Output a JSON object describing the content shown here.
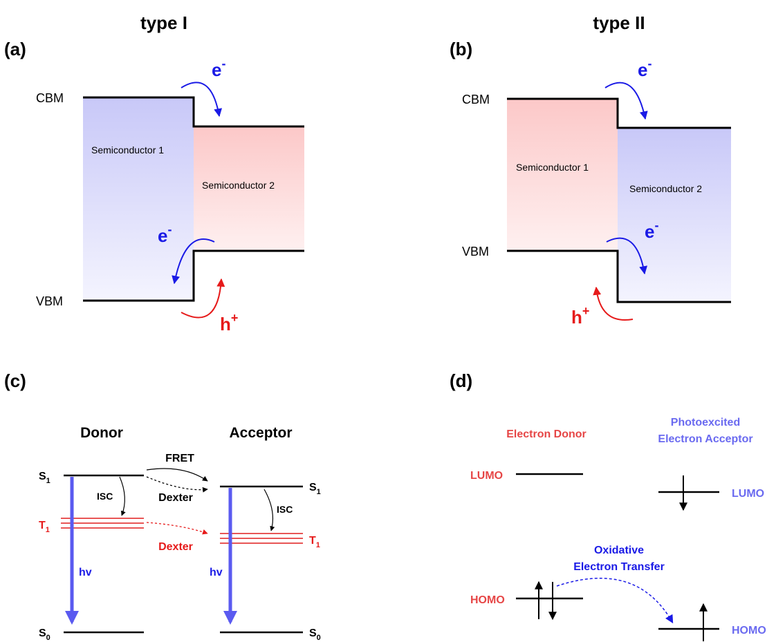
{
  "titles": {
    "type1": "type I",
    "type2": "type II"
  },
  "panels": {
    "a": "(a)",
    "b": "(b)",
    "c": "(c)",
    "d": "(d)"
  },
  "band_labels": {
    "cbm": "CBM",
    "vbm": "VBM"
  },
  "semiconductors": {
    "sc1": "Semiconductor 1",
    "sc2": "Semiconductor 2"
  },
  "carriers": {
    "electron": "e",
    "electron_sup": "-",
    "hole": "h",
    "hole_sup": "+"
  },
  "panel_c": {
    "donor": "Donor",
    "acceptor": "Acceptor",
    "s1": "S",
    "s1_sub": "1",
    "t1": "T",
    "t1_sub": "1",
    "s0": "S",
    "s0_sub": "0",
    "isc": "ISC",
    "fret": "FRET",
    "dexter": "Dexter",
    "hv": "hv"
  },
  "panel_d": {
    "donor_title": "Electron Donor",
    "acceptor_title_1": "Photoexcited",
    "acceptor_title_2": "Electron Acceptor",
    "lumo": "LUMO",
    "homo": "HOMO",
    "transfer_1": "Oxidative",
    "transfer_2": "Electron Transfer"
  },
  "colors": {
    "blue": "#1a1ae6",
    "red": "#e61a1a",
    "light_blue": "#5a5af0",
    "soft_red": "#e85555",
    "label_blue": "#6a6af0",
    "label_red": "#e64646"
  }
}
